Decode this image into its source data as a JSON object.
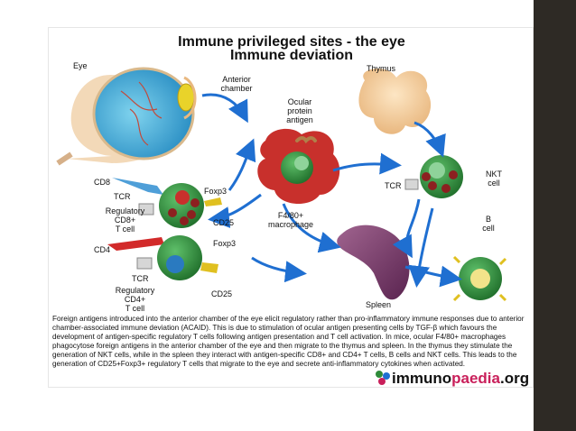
{
  "slide": {
    "title_line1": "Immune privileged sites - the eye",
    "title_line2": "Immune deviation"
  },
  "labels": {
    "eye": "Eye",
    "anterior_chamber": "Anterior\nchamber",
    "ocular_protein_antigen": "Ocular\nprotein\nantigen",
    "thymus": "Thymus",
    "cd8": "CD8",
    "tcr_top": "TCR",
    "foxp3_top": "Foxp3",
    "regulatory_cd8": "Regulatory\nCD8+\nT cell",
    "cd25_top": "CD25",
    "macrophage": "F4/80+\nmacrophage",
    "tcr_nkt": "TCR",
    "nkt_cell": "NKT\ncell",
    "cd4": "CD4",
    "foxp3_bottom": "Foxp3",
    "tcr_bottom": "TCR",
    "regulatory_cd4": "Regulatory\nCD4+\nT cell",
    "cd25_bottom": "CD25",
    "b_cell": "B\ncell",
    "spleen": "Spleen"
  },
  "caption": "Foreign antigens introduced into the anterior chamber of the eye elicit regulatory rather than pro-inflammatory immune responses due to anterior chamber-associated immune deviation (ACAID). This is due to stimulation of ocular antigen presenting cells by TGF-β which favours the development of antigen-specific regulatory T cells following antigen presentation and T cell activation. In mice, ocular F4/80+ macrophages phagocytose foreign antigens in the anterior chamber of the eye and then migrate to the thymus and spleen. In the thymus they stimulate the generation of NKT cells, while in the spleen they interact with antigen-specific CD8+ and CD4+ T cells, B cells and NKT cells. This leads to the generation of CD25+Foxp3+ regulatory T cells that migrate to the eye and secrete anti-inflammatory cytokines when activated.",
  "logo": {
    "part1": "immuno",
    "part2": "paedia",
    "part3": ".org"
  },
  "colors": {
    "arrow": "#1f6fd1",
    "cell_green": "#2e8b3a",
    "macrophage_red": "#c8302c",
    "spleen_purple": "#7a3b6b",
    "logo_pink": "#c91f5a"
  }
}
